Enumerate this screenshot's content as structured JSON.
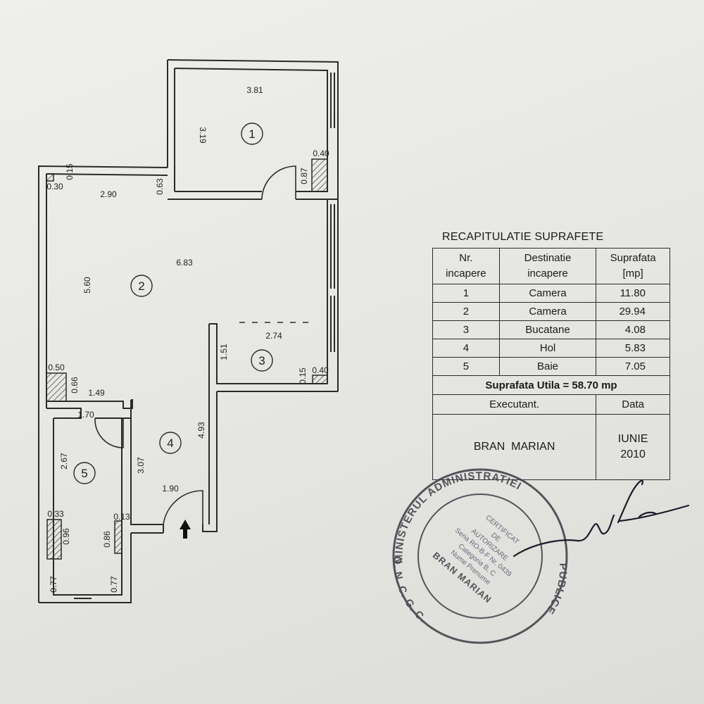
{
  "plan": {
    "room_numbers": [
      "1",
      "2",
      "3",
      "4",
      "5"
    ],
    "dimensions": {
      "r1_width": "3.81",
      "r1_height": "3.19",
      "r1_col_w": "0.40",
      "r1_col_h": "0.87",
      "r2_a": "0.30",
      "r2_b": "0.15",
      "r2_width": "2.90",
      "r2_c": "0.63",
      "r2_long": "6.83",
      "r2_height": "5.60",
      "r2_d": "0.50",
      "r2_e": "0.66",
      "r2_f": "1.49",
      "r3_width": "2.74",
      "r3_height": "1.51",
      "r3_a": "0.15",
      "r3_b": "0.40",
      "r4_width": "1.90",
      "r4_height": "3.07",
      "r4_long": "4.93",
      "r5_width": "1.70",
      "r5_height": "2.67",
      "r5_a": "0.33",
      "r5_b": "0.96",
      "r5_c": "0.13",
      "r5_d": "0.86",
      "r5_e": "0.77",
      "r5_f": "0.77"
    }
  },
  "recap": {
    "title": "RECAPITULATIE SUPRAFETE",
    "headers": {
      "nr_line1": "Nr.",
      "nr_line2": "incapere",
      "dest_line1": "Destinatie",
      "dest_line2": "incapere",
      "area_line1": "Suprafata",
      "area_line2": "[mp]"
    },
    "rows": [
      {
        "nr": "1",
        "name": "Camera",
        "area": "11.80"
      },
      {
        "nr": "2",
        "name": "Camera",
        "area": "29.94"
      },
      {
        "nr": "3",
        "name": "Bucatane",
        "area": "4.08"
      },
      {
        "nr": "4",
        "name": "Hol",
        "area": "5.83"
      },
      {
        "nr": "5",
        "name": "Baie",
        "area": "7.05"
      }
    ],
    "total": "Suprafata Utila = 58.70 mp",
    "executant_label": "Executant.",
    "date_label": "Data",
    "executant_name": "BRAN  MARIAN",
    "date_month": "IUNIE",
    "date_year": "2010"
  },
  "stamp": {
    "ring_top": "MINISTERUL  ADMINISTRATIEI",
    "ring_right": "PUBLICE",
    "ring_bottom": "O. N. C. G. C.",
    "center_lines": [
      "CERTIFICAT",
      "DE",
      "AUTORIZARE",
      "Seria RO-B-F Nr. 0439",
      "Categoria B, C",
      "Nume Prenume",
      "BRAN MARIAN"
    ]
  },
  "colors": {
    "ink": "#222222",
    "stamp": "#3b3b46",
    "paper": "#e9e9e5"
  }
}
